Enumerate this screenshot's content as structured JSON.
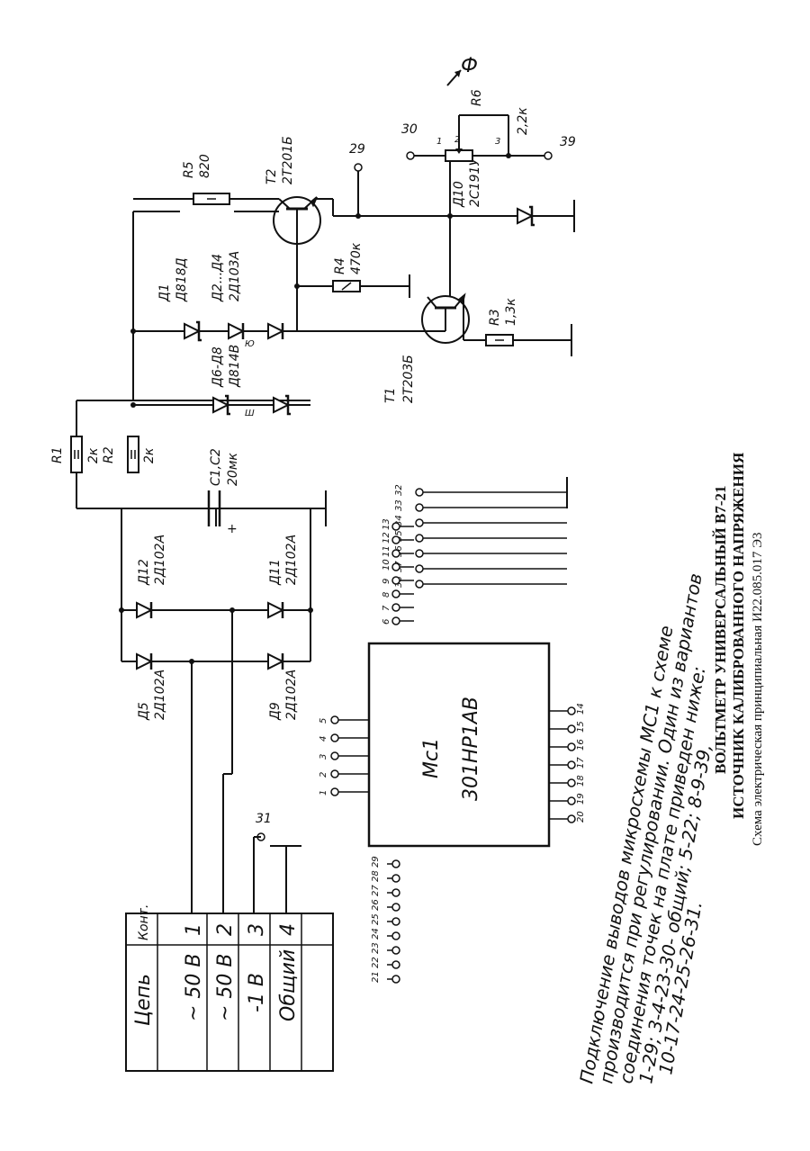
{
  "title_block": {
    "line1": "ВОЛЬТМЕТР УНИВЕРСАЛЬНЫЙ В7-21",
    "line2": "ИСТОЧНИК КАЛИБРОВАННОГО НАПРЯЖЕНИЯ",
    "line3": "Схема электрическая принципиальная     И22.085.017 Э3"
  },
  "connector_table": {
    "headers": [
      "Цепь",
      "Конт."
    ],
    "rows": [
      {
        "circuit": "~ 50 В",
        "contact": "1"
      },
      {
        "circuit": "~ 50 В",
        "contact": "2"
      },
      {
        "circuit": "-1 В",
        "contact": "3"
      },
      {
        "circuit": "Общий",
        "contact": "4"
      }
    ]
  },
  "components": {
    "R1": {
      "ref": "R1",
      "value": "2к"
    },
    "R2": {
      "ref": "R2",
      "value": "2к"
    },
    "R3": {
      "ref": "R3",
      "value": "1,3к"
    },
    "R4": {
      "ref": "R4",
      "value": "470к"
    },
    "R5": {
      "ref": "R5",
      "value": "820"
    },
    "R6": {
      "ref": "R6",
      "value": "2,2к"
    },
    "C1C2": {
      "ref": "С1,С2",
      "value": "20мк"
    },
    "D1": {
      "ref": "Д1",
      "value": "Д818Д"
    },
    "D2D4": {
      "ref": "Д2...Д4",
      "value": "2Д103А"
    },
    "D6D8": {
      "ref": "Д6-Д8",
      "value": "Д814В"
    },
    "D5": {
      "ref": "Д5",
      "value": "2Д102А"
    },
    "D9": {
      "ref": "Д9",
      "value": "2Д102А"
    },
    "D11": {
      "ref": "Д11",
      "value": "2Д102А"
    },
    "D12": {
      "ref": "Д12",
      "value": "2Д102А"
    },
    "D10": {
      "ref": "Д10",
      "value": "2С191У"
    },
    "T1": {
      "ref": "Т1",
      "value": "2Т203Б"
    },
    "T2": {
      "ref": "Т2",
      "value": "2Т201Б"
    },
    "MC1": {
      "ref": "Мс1",
      "value": "301НР1АВ"
    }
  },
  "points": {
    "p29": "29",
    "p30": "30",
    "p31": "31",
    "p39": "39",
    "points_32_38": [
      "32",
      "33",
      "34",
      "35",
      "36",
      "37",
      "38"
    ],
    "r6_pins": [
      "1",
      "2",
      "3"
    ],
    "adjust_mark": "Ф",
    "x_marks": [
      "Ю",
      "Ш"
    ]
  },
  "chip_pins": {
    "top_pins": [
      "1",
      "2",
      "3",
      "4",
      "5"
    ],
    "top_right_pins": [
      "6",
      "7",
      "8",
      "9",
      "10",
      "11",
      "12",
      "13"
    ],
    "right_pins": [
      "14",
      "15",
      "16",
      "17",
      "18",
      "19",
      "20"
    ],
    "left_pins": [
      "29",
      "28",
      "27",
      "26",
      "25",
      "24",
      "23",
      "22",
      "21"
    ]
  },
  "note": {
    "line1": "Подключение выводов микросхемы МС1 к схеме",
    "line2": "производится при регулировании. Один из вариантов",
    "line3": "соединения точек на плате приведен ниже:",
    "line4": "1-29; 3-4-23-30- общий;  5-22;  8-9-39,",
    "line5": "10-17-24-25-26-31."
  }
}
